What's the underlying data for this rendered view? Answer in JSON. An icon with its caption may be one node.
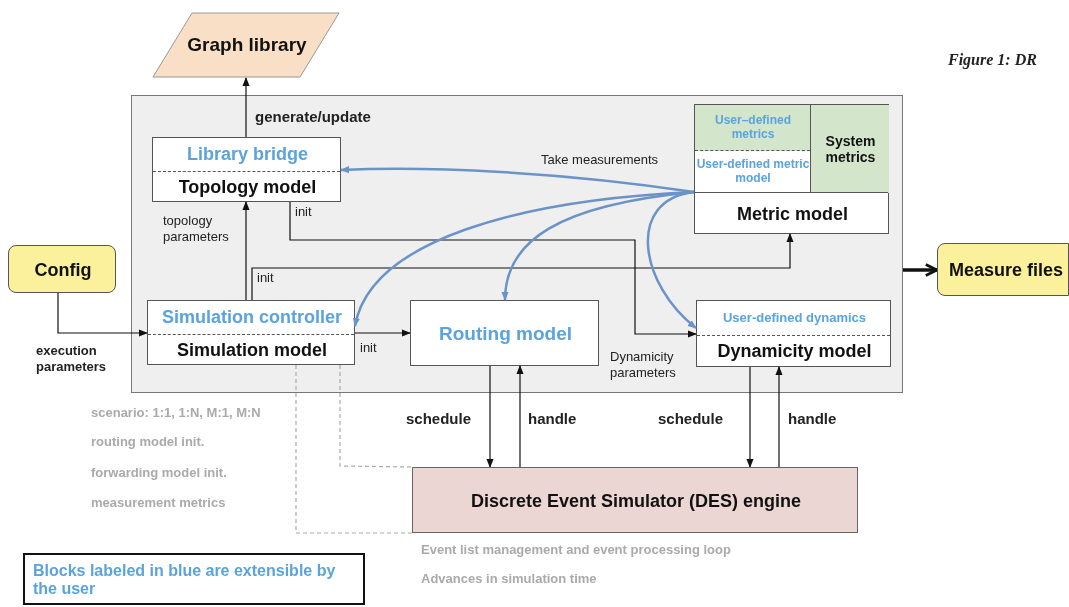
{
  "diagram": {
    "caption": "Figure 1: DR",
    "nodes": [
      {
        "text": [
          "Graph library"
        ]
      },
      {
        "text": [],
        "shape": "box"
      },
      {
        "text": [
          "Library bridge",
          "Topology model"
        ],
        "in": 1
      },
      {
        "text": [
          "User–defined metrics",
          "User-defined metric model",
          "System metrics",
          "Metric model"
        ],
        "in": 1
      },
      {
        "text": [
          "Config"
        ]
      },
      {
        "text": [
          "Simulation controller",
          "Simulation model"
        ],
        "in": 1
      },
      {
        "text": [
          "Routing model"
        ],
        "in": 1
      },
      {
        "text": [
          "User-defined dynamics",
          "Dynamicity model"
        ],
        "in": 1
      },
      {
        "text": [
          "Measure files"
        ]
      },
      {
        "text": [
          "Discrete Event Simulator (DES) engine"
        ],
        "beside": [
          "Event list management and event processing loop",
          "Advances in simulation time"
        ]
      },
      {
        "text": [
          "Blocks labeled in blue are extensible by the user"
        ]
      }
    ],
    "edges": [
      {
        "from": 2,
        "to": 0,
        "arrow": "to",
        "label": "generate/update"
      },
      {
        "from": 5,
        "to": 2,
        "arrow": "to",
        "label": "topology parameters"
      },
      {
        "from": 2,
        "to": 7,
        "arrow": "to",
        "label": "init"
      },
      {
        "from": 5,
        "to": 3,
        "arrow": "to",
        "label": "init"
      },
      {
        "from": 4,
        "to": 5,
        "arrow": "to",
        "label": "execution parameters"
      },
      {
        "from": 5,
        "to": 6,
        "arrow": "to",
        "label": "init"
      },
      {
        "from": 3,
        "to": 2,
        "arrow": "to",
        "label": "Take measurements",
        "color": "#6b93c8"
      },
      {
        "from": 3,
        "to": 5,
        "arrow": "to",
        "color": "#6b93c8"
      },
      {
        "from": 3,
        "to": 6,
        "arrow": "to",
        "color": "#6b93c8"
      },
      {
        "from": 3,
        "to": 7,
        "arrow": "to",
        "color": "#6b93c8"
      },
      {
        "from": 6,
        "to": 9,
        "arrow": "to",
        "label": "schedule"
      },
      {
        "from": 9,
        "to": 6,
        "arrow": "to",
        "label": "handle"
      },
      {
        "from": 7,
        "to": 9,
        "arrow": "to",
        "label": "schedule"
      },
      {
        "from": 9,
        "to": 7,
        "arrow": "to",
        "label": "handle"
      },
      {
        "from": 1,
        "to": 8,
        "arrow": "to",
        "style": "thick"
      },
      {
        "from": 5,
        "to": 9,
        "arrow": "none",
        "style": "dashed",
        "color": "#aaaaaa"
      },
      {
        "from": 5,
        "to": 9,
        "arrow": "none",
        "style": "dashed",
        "color": "#aaaaaa"
      }
    ],
    "labels": [
      "Dynamicity parameters",
      "scenario: 1:1, 1:N, M:1, M:N",
      "routing model init.",
      "forwarding model init.",
      "measurement metrics"
    ]
  }
}
